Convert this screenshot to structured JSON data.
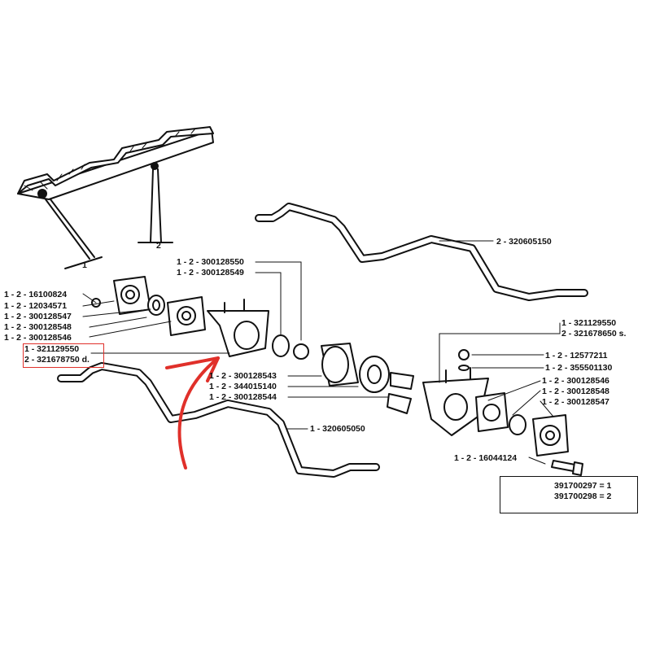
{
  "mower_view": {
    "label_1": "1",
    "label_2": "2"
  },
  "rear_bar": {
    "label": "2 - 320605150"
  },
  "left_labels": [
    "1 - 2 - 16100824",
    "1 - 2 - 12034571",
    "1 - 2 - 300128547",
    "1 - 2 - 300128548",
    "1 - 2 - 300128546"
  ],
  "highlighted_callout": {
    "line1": "1 - 321129550",
    "line2": "2 - 321678750 d."
  },
  "top_center_labels": [
    "1 - 2 - 300128550",
    "1 - 2 - 300128549"
  ],
  "center_labels": [
    "1 - 2 - 300128543",
    "1 - 2 - 344015140",
    "1 - 2 - 300128544"
  ],
  "front_bar": {
    "label": "1 - 320605050"
  },
  "right_bracket": {
    "line1": "1 - 321129550",
    "line2": "2 - 321678650 s."
  },
  "right_small_labels": [
    "1 - 2 - 12577211",
    "1 - 2 - 355501130"
  ],
  "right_labels": [
    "1 - 2 - 300128546",
    "1 - 2 - 300128548",
    "1 - 2 - 300128547"
  ],
  "bolt_label": "1 - 2 - 16044124",
  "kit_legend": {
    "line1": "391700297 = 1",
    "line2": "391700298 = 2"
  },
  "colors": {
    "ink": "#111111",
    "highlight": "#e0302a",
    "background": "#ffffff"
  }
}
